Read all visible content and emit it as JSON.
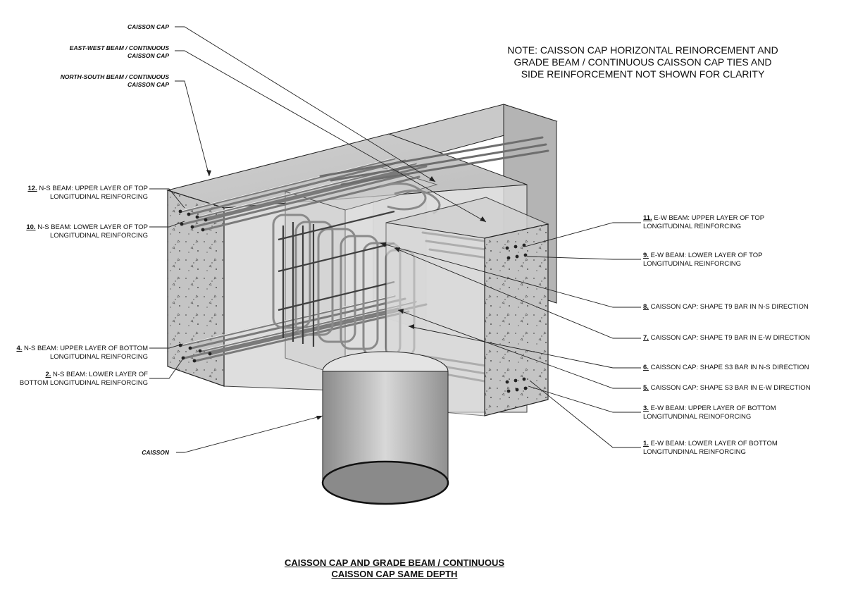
{
  "note": {
    "lines": [
      "NOTE: CAISSON CAP HORIZONTAL REINORCEMENT AND",
      "GRADE BEAM / CONTINUOUS CAISSON CAP TIES AND",
      "SIDE REINFORCEMENT NOT SHOWN FOR CLARITY"
    ]
  },
  "title": {
    "line1": "CAISSON CAP AND GRADE BEAM / CONTINUOUS",
    "line2": "CAISSON CAP SAME DEPTH"
  },
  "top_labels": {
    "caisson_cap": "CAISSON CAP",
    "ew_beam_1": "EAST-WEST BEAM / CONTINUOUS",
    "ew_beam_2": "CAISSON CAP",
    "ns_beam_1": "NORTH-SOUTH BEAM / CONTINUOUS",
    "ns_beam_2": "CAISSON CAP"
  },
  "caisson_label": "CAISSON",
  "left_labels": {
    "l12": {
      "num": "12.",
      "line1": "N-S BEAM: UPPER LAYER OF TOP",
      "line2": "LONGITUDINAL REINFORCING"
    },
    "l10": {
      "num": "10.",
      "line1": "N-S BEAM: LOWER LAYER OF TOP",
      "line2": "LONGITUDINAL REINFORCING"
    },
    "l4": {
      "num": "4.",
      "line1": "N-S BEAM: UPPER LAYER OF BOTTOM",
      "line2": "LONGITUDINAL  REINFORCING"
    },
    "l2": {
      "num": "2.",
      "line1": "N-S BEAM: LOWER LAYER OF",
      "line2": "BOTTOM LONGITUDINAL REINFORCING"
    }
  },
  "right_labels": {
    "r11": {
      "num": "11.",
      "line1": "E-W BEAM: UPPER LAYER OF TOP",
      "line2": "LONGITUDINAL REINFORCING"
    },
    "r9": {
      "num": "9.",
      "line1": "E-W BEAM: LOWER LAYER OF TOP",
      "line2": "LONGITUDINAL REINFORCING"
    },
    "r8": {
      "num": "8.",
      "line1": "CAISSON CAP: SHAPE T9 BAR IN N-S DIRECTION"
    },
    "r7": {
      "num": "7.",
      "line1": "CAISSON CAP: SHAPE T9 BAR IN E-W DIRECTION"
    },
    "r6": {
      "num": "6.",
      "line1": "CAISSON CAP: SHAPE S3 BAR IN N-S DIRECTION"
    },
    "r5": {
      "num": "5.",
      "line1": "CAISSON CAP: SHAPE S3 BAR IN E-W DIRECTION"
    },
    "r3": {
      "num": "3.",
      "line1": "E-W BEAM: UPPER LAYER OF BOTTOM",
      "line2": "LONGITUNDINAL REINOFORCING"
    },
    "r1": {
      "num": "1.",
      "line1": "E-W BEAM: LOWER LAYER OF BOTTOM",
      "line2": "LONGITUNDINAL REINFORCING"
    }
  }
}
